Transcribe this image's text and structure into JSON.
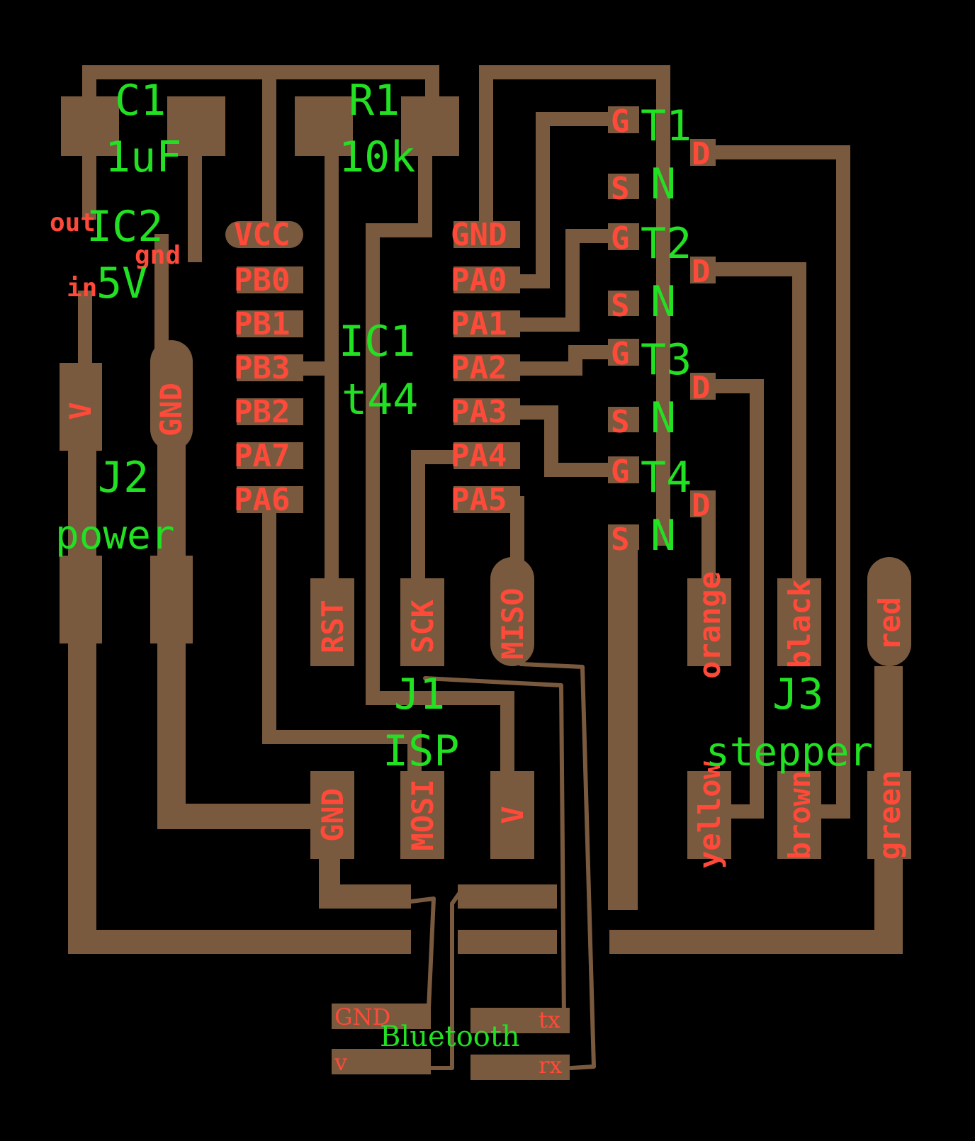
{
  "colors": {
    "background": "#000000",
    "copper": "#7a5a3e",
    "pin_label": "#ff4a3a",
    "designator": "#22e022"
  },
  "components": {
    "c1": {
      "ref": "C1",
      "value": "1uF"
    },
    "r1": {
      "ref": "R1",
      "value": "10k"
    },
    "ic2": {
      "ref": "IC2",
      "value": "5V",
      "pins": {
        "out": "out",
        "gnd": "gnd",
        "in": "in"
      }
    },
    "ic1": {
      "ref": "IC1",
      "value": "t44",
      "left_pins": [
        "VCC",
        "PB0",
        "PB1",
        "PB3",
        "PB2",
        "PA7",
        "PA6"
      ],
      "right_pins": [
        "GND",
        "PA0",
        "PA1",
        "PA2",
        "PA3",
        "PA4",
        "PA5"
      ]
    },
    "j2": {
      "ref": "J2",
      "value": "power",
      "pins": [
        "V",
        "GND"
      ]
    },
    "j1": {
      "ref": "J1",
      "value": "ISP",
      "top_pins": [
        "RST",
        "SCK",
        "MISO"
      ],
      "bottom_pins": [
        "GND",
        "MOSI",
        "V"
      ]
    },
    "j3": {
      "ref": "J3",
      "value": "stepper",
      "top_pins": [
        "orange",
        "black",
        "red"
      ],
      "bottom_pins": [
        "yellow",
        "brown",
        "green"
      ]
    },
    "transistors": [
      {
        "ref": "T1",
        "g": "G",
        "s": "S",
        "d": "D",
        "n": "N"
      },
      {
        "ref": "T2",
        "g": "G",
        "s": "S",
        "d": "D",
        "n": "N"
      },
      {
        "ref": "T3",
        "g": "G",
        "s": "S",
        "d": "D",
        "n": "N"
      },
      {
        "ref": "T4",
        "g": "G",
        "s": "S",
        "d": "D",
        "n": "N"
      }
    ],
    "bluetooth": {
      "label": "Bluetooth",
      "pins": [
        "GND",
        "v",
        "tx",
        "rx"
      ]
    }
  }
}
